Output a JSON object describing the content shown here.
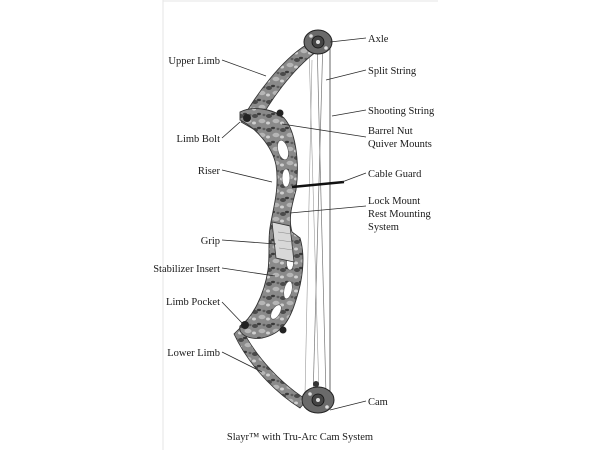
{
  "diagram": {
    "caption": "Slayr™ with Tru-Arc Cam System",
    "labels": {
      "axle": "Axle",
      "split_string": "Split String",
      "shooting_string": "Shooting String",
      "barrel_nut_line1": "Barrel Nut",
      "barrel_nut_line2": "Quiver Mounts",
      "cable_guard": "Cable Guard",
      "lock_mount_line1": "Lock Mount",
      "lock_mount_line2": "Rest Mounting",
      "lock_mount_line3": "System",
      "cam": "Cam",
      "upper_limb": "Upper Limb",
      "limb_bolt": "Limb Bolt",
      "riser": "Riser",
      "grip": "Grip",
      "stabilizer_insert": "Stabilizer Insert",
      "limb_pocket": "Limb Pocket",
      "lower_limb": "Lower Limb"
    }
  }
}
